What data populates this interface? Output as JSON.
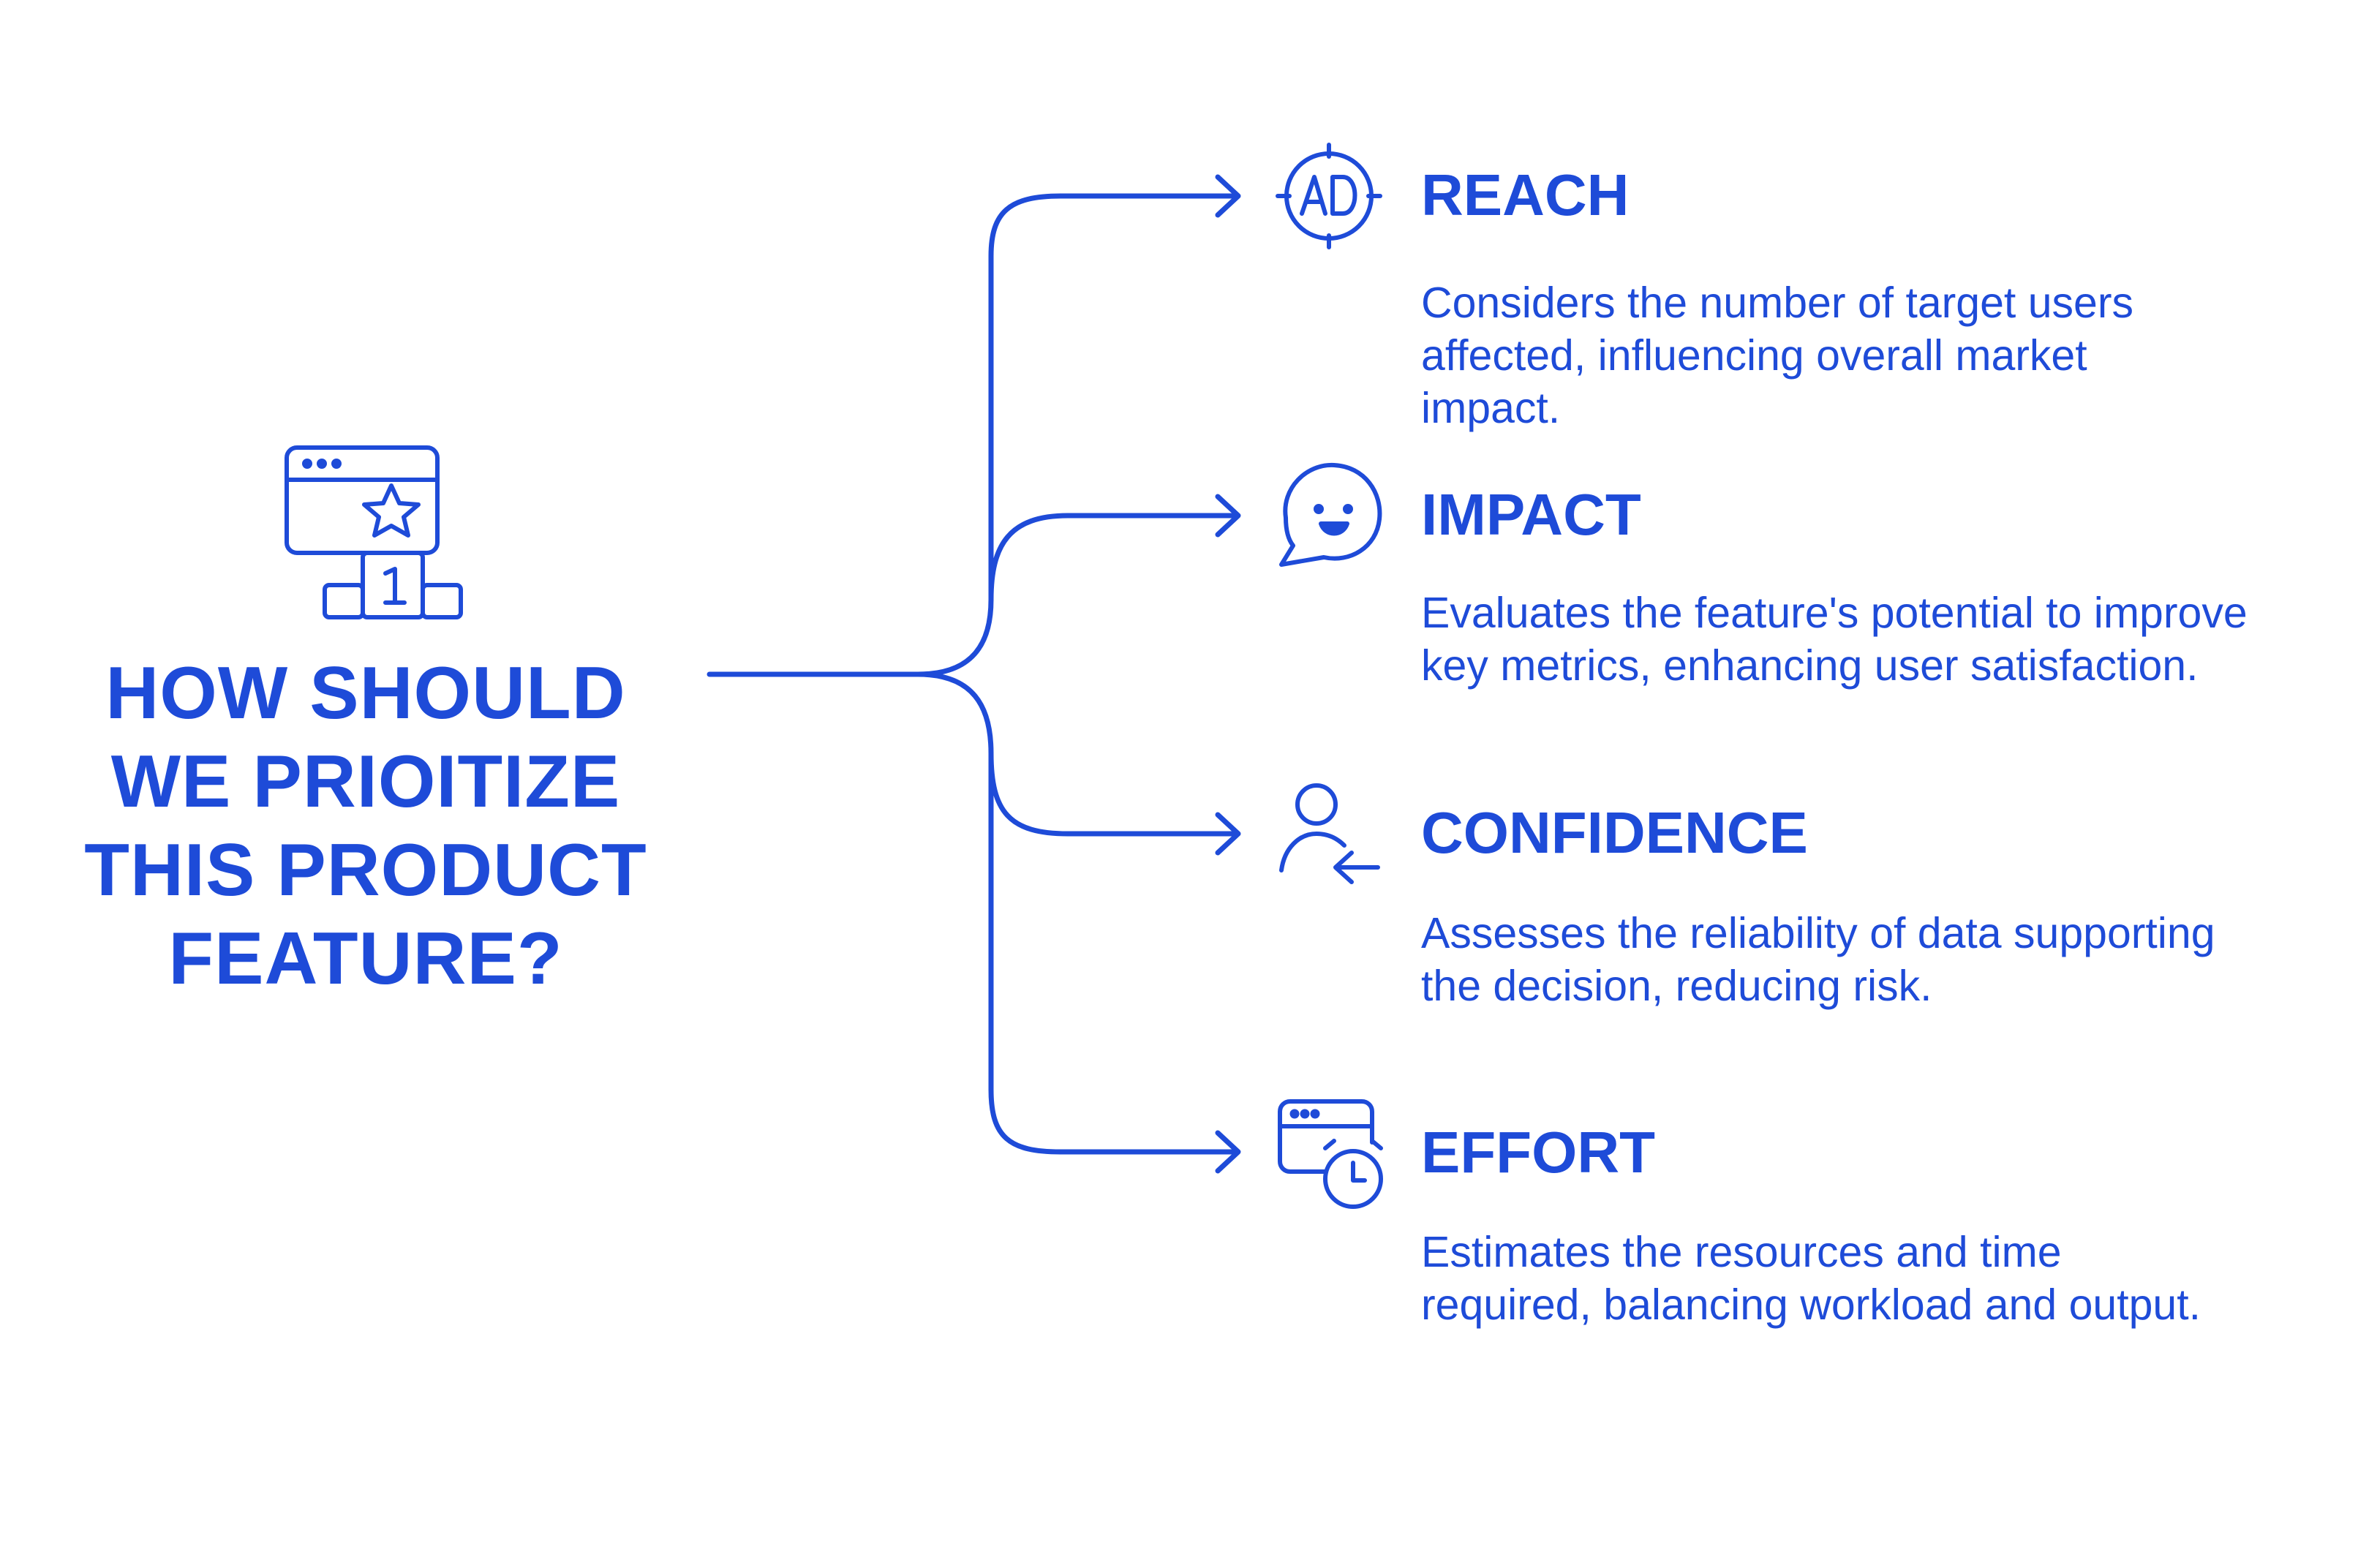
{
  "colors": {
    "accent": "#1E4BD8",
    "background": "#FFFFFF"
  },
  "central": {
    "icon": "podium-browser-star-icon",
    "title_lines": [
      "HOW SHOULD",
      "WE PRIOITIZE",
      "THIS PRODUCT",
      "FEATURE?"
    ]
  },
  "branches": [
    {
      "icon": "ad-target-icon",
      "heading": "REACH",
      "desc_lines": [
        "Considers the number of target users",
        "affected, influencing overall market",
        "impact."
      ]
    },
    {
      "icon": "smiley-speech-bubble-icon",
      "heading": "IMPACT",
      "desc_lines": [
        "Evaluates the feature's potential to improve",
        "key metrics, enhancing user satisfaction."
      ]
    },
    {
      "icon": "user-arrow-icon",
      "heading": "CONFIDENCE",
      "desc_lines": [
        "Assesses the reliability of data supporting",
        "the decision, reducing risk."
      ]
    },
    {
      "icon": "browser-clock-icon",
      "heading": "EFFORT",
      "desc_lines": [
        "Estimates the resources and time",
        "required, balancing workload and output."
      ]
    }
  ]
}
